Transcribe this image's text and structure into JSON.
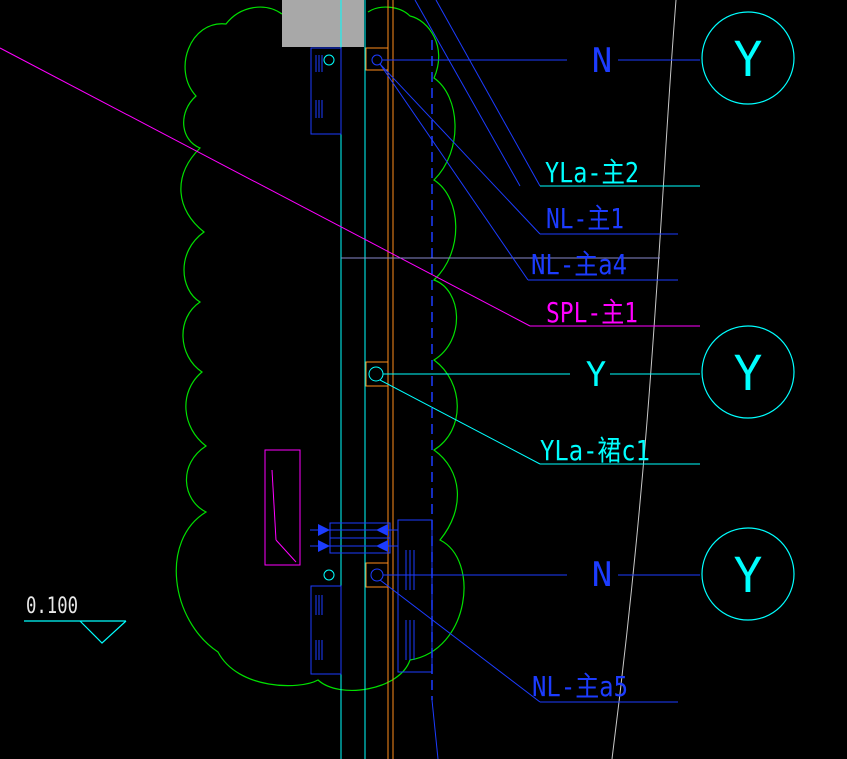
{
  "colors": {
    "background": "#000000",
    "cyan": "#00FFFF",
    "blue": "#1C3CFF",
    "magenta": "#FF00FF",
    "green": "#00E000",
    "orange": "#FF8C1A",
    "gray": "#A8A8A8",
    "white": "#E8E8E8"
  },
  "labels": {
    "yla_main2": "YLa-主2",
    "nl_main1": "NL-主1",
    "nl_main_a4": "NL-主a4",
    "spl_main1": "SPL-主1",
    "yla_skirt_c1": "YLa-裙c1",
    "nl_main_a5": "NL-主a5"
  },
  "markers": {
    "top_n": "N",
    "mid_y": "Y",
    "bottom_n": "N",
    "circle_top": "Y",
    "circle_mid": "Y",
    "circle_bottom": "Y"
  },
  "elevation": {
    "value": "0.100"
  }
}
